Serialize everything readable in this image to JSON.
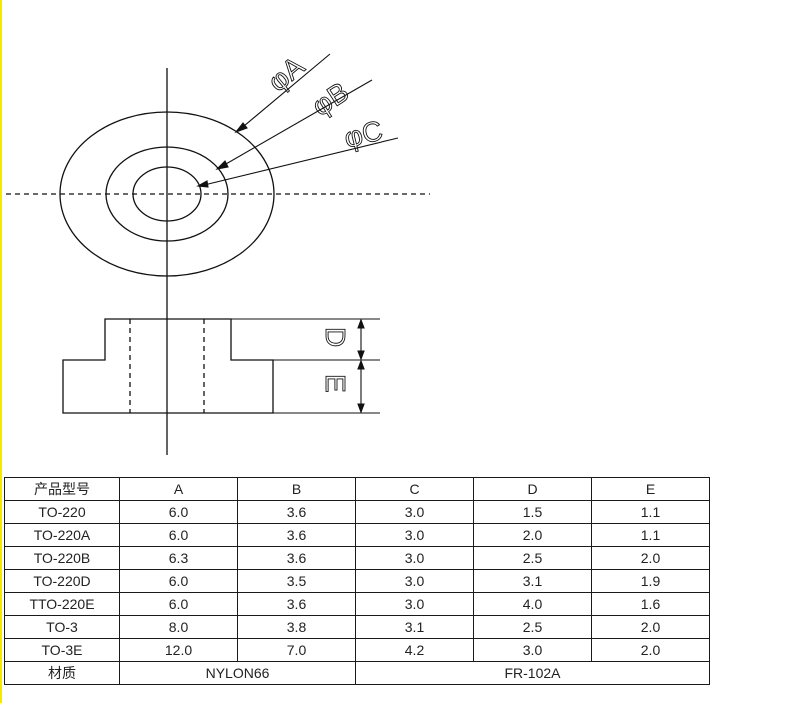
{
  "diagram": {
    "labels": {
      "a": "φA",
      "b": "φB",
      "c": "φC",
      "d": "D",
      "e": "E"
    }
  },
  "table": {
    "header": [
      "产品型号",
      "A",
      "B",
      "C",
      "D",
      "E"
    ],
    "rows": [
      [
        "TO-220",
        "6.0",
        "3.6",
        "3.0",
        "1.5",
        "1.1"
      ],
      [
        "TO-220A",
        "6.0",
        "3.6",
        "3.0",
        "2.0",
        "1.1"
      ],
      [
        "TO-220B",
        "6.3",
        "3.6",
        "3.0",
        "2.5",
        "2.0"
      ],
      [
        "TO-220D",
        "6.0",
        "3.5",
        "3.0",
        "3.1",
        "1.9"
      ],
      [
        "TTO-220E",
        "6.0",
        "3.6",
        "3.0",
        "4.0",
        "1.6"
      ],
      [
        "TO-3",
        "8.0",
        "3.8",
        "3.1",
        "2.5",
        "2.0"
      ],
      [
        "TO-3E",
        "12.0",
        "7.0",
        "4.2",
        "3.0",
        "2.0"
      ]
    ],
    "footer": {
      "label": "材质",
      "material_1": "NYLON66",
      "material_2": "FR-102A"
    }
  }
}
